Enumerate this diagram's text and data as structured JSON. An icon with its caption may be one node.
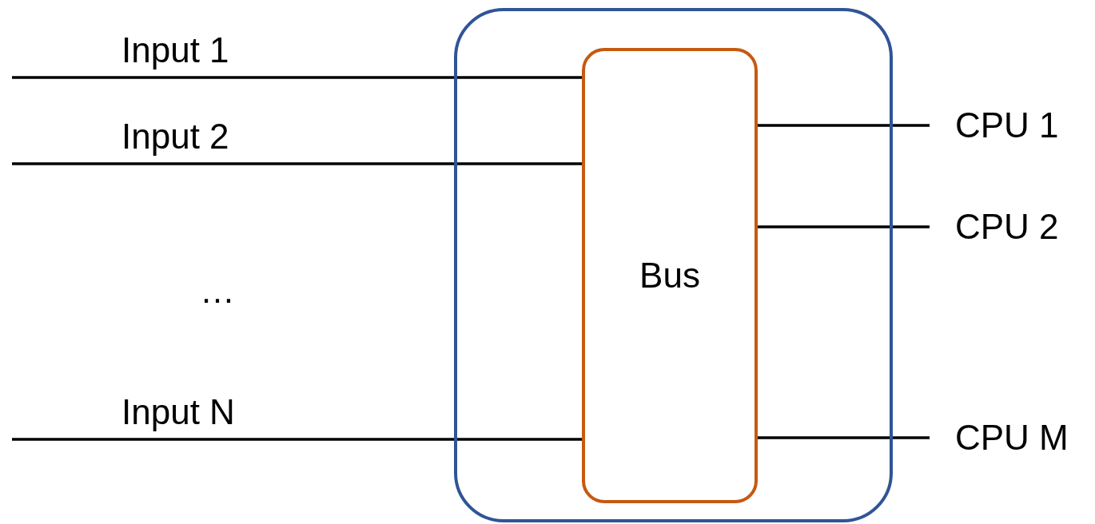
{
  "diagram": {
    "nodes": [
      {
        "text": [],
        "shape": "box"
      },
      {
        "text": [
          "Bus"
        ],
        "in": 0
      },
      {
        "text": [
          "CPU 1"
        ]
      },
      {
        "text": [
          "CPU 2"
        ]
      },
      {
        "text": [
          "CPU M"
        ]
      }
    ],
    "edges": [
      {
        "from": null,
        "to": 1,
        "arrow": "none",
        "label": "Input 1"
      },
      {
        "from": null,
        "to": 1,
        "arrow": "none",
        "label": "Input 2"
      },
      {
        "from": null,
        "to": 1,
        "arrow": "none",
        "label": "Input N"
      },
      {
        "from": 1,
        "to": 2,
        "arrow": "none"
      },
      {
        "from": 1,
        "to": 3,
        "arrow": "none"
      },
      {
        "from": 1,
        "to": 4,
        "arrow": "none"
      }
    ],
    "labels": [
      "…"
    ]
  }
}
